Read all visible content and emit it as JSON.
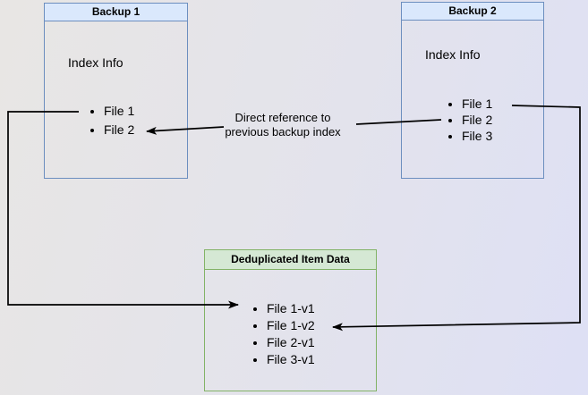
{
  "colors": {
    "canvas_bg_start": "#e8e6e4",
    "canvas_bg_end": "#dee0f5",
    "blue_border": "#6c8ebf",
    "blue_fill": "#dae8fc",
    "green_border": "#82b366",
    "green_fill": "#d5e8d4",
    "arrow": "#000000"
  },
  "backup1": {
    "title": "Backup 1",
    "subtitle": "Index Info",
    "items": [
      "File 1",
      "File 2"
    ]
  },
  "backup2": {
    "title": "Backup 2",
    "subtitle": "Index Info",
    "items": [
      "File 1",
      "File 2",
      "File 3"
    ]
  },
  "dedup": {
    "title": "Deduplicated Item Data",
    "items": [
      "File 1-v1",
      "File 1-v2",
      "File 2-v1",
      "File 3-v1"
    ]
  },
  "annotation": "Direct reference to\nprevious backup index"
}
